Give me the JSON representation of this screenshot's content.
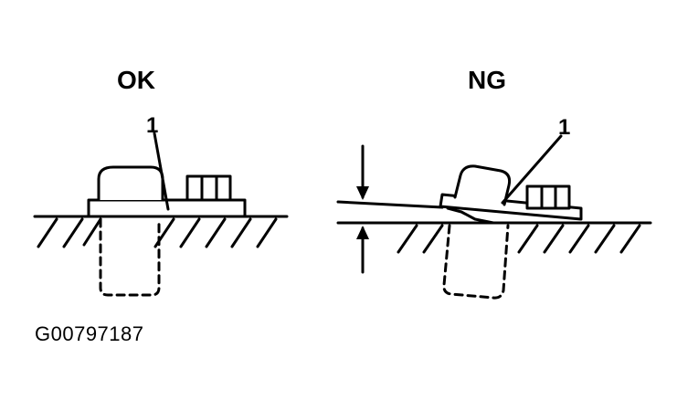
{
  "diagram": {
    "ok_label": "OK",
    "ng_label": "NG",
    "callout_ok": "1",
    "callout_ng": "1",
    "figure_id": "G00797187"
  }
}
